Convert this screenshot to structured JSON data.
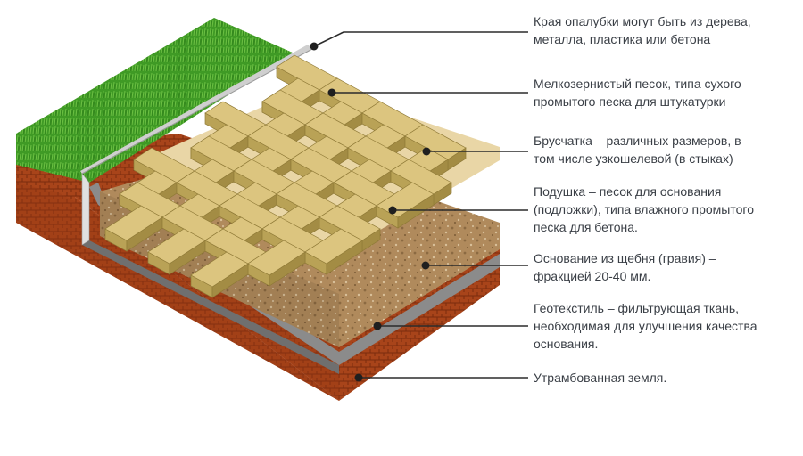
{
  "labels": [
    {
      "id": "formwork",
      "lines": [
        "Края опалубки могут быть из дерева,",
        "металла, пластика или бетона"
      ]
    },
    {
      "id": "fine-sand",
      "lines": [
        "Мелкозернистый песок, типа сухого",
        "промытого песка для штукатурки"
      ]
    },
    {
      "id": "paving",
      "lines": [
        "Брусчатка – различных размеров, в",
        "том числе узкошелевой (в стыках)"
      ]
    },
    {
      "id": "sand-cushion",
      "lines": [
        "Подушка – песок для основания",
        "(подложки), типа влажного промытого",
        "песка для бетона."
      ]
    },
    {
      "id": "gravel",
      "lines": [
        "Основание из щебня (гравия) –",
        "фракцией 20-40 мм."
      ]
    },
    {
      "id": "geotextile",
      "lines": [
        "Геотекстиль – фильтрующая ткань,",
        "необходимая для улучшения качества",
        "основания."
      ]
    },
    {
      "id": "soil",
      "lines": [
        "Утрамбованная земля."
      ]
    }
  ],
  "colors": {
    "grass": "#3f9a25",
    "soil": "#a8441a",
    "gravel": "#b08a5c",
    "sand": "#e9d6a6",
    "paving": "#d8c27a",
    "geotextile": "#8b8b8b",
    "leader": "#2b2b2b"
  }
}
